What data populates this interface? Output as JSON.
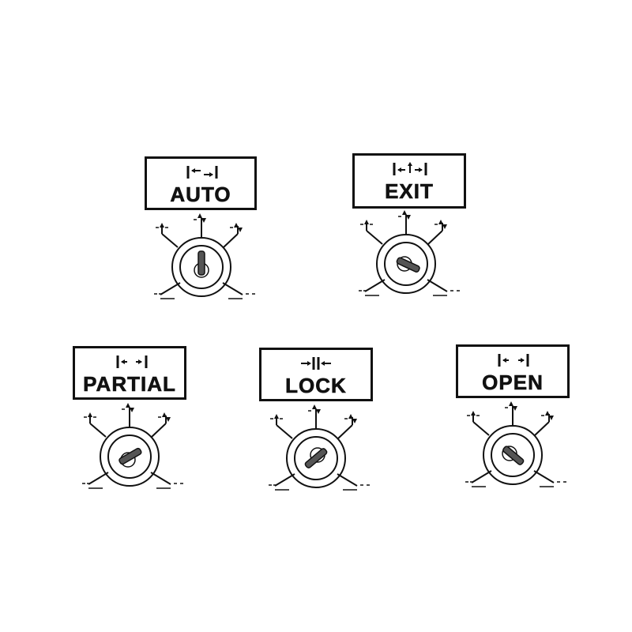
{
  "modes": [
    {
      "label": "AUTO",
      "symbol": "auto-mode-icon",
      "key_position": "vertical"
    },
    {
      "label": "EXIT",
      "symbol": "exit-mode-icon",
      "key_position": "diagonal-down-right"
    },
    {
      "label": "PARTIAL",
      "symbol": "partial-mode-icon",
      "key_position": "diagonal-up-right"
    },
    {
      "label": "LOCK",
      "symbol": "lock-mode-icon",
      "key_position": "diagonal-up-right-steep"
    },
    {
      "label": "OPEN",
      "symbol": "open-mode-icon",
      "key_position": "diagonal-down-right"
    }
  ],
  "colors": {
    "ink": "#111111",
    "background": "#ffffff"
  }
}
